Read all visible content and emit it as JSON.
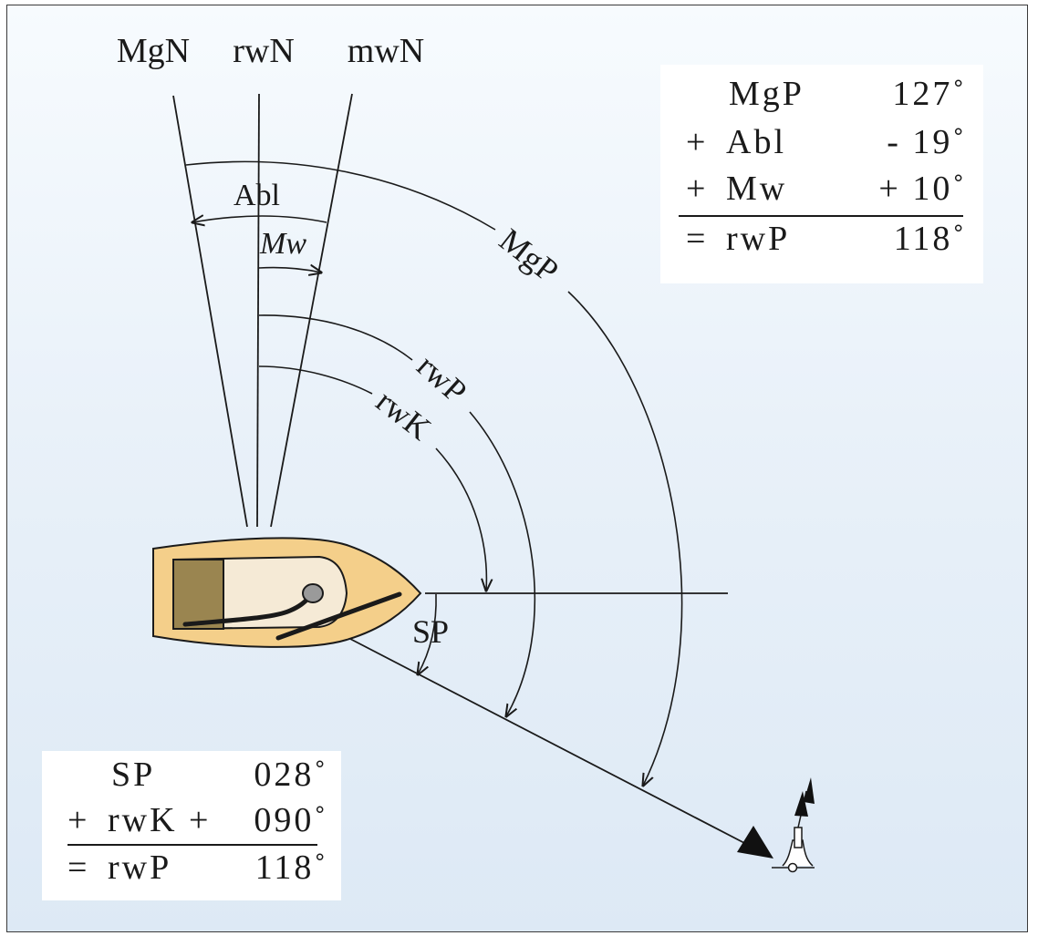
{
  "north_labels": {
    "magnetic": "MgN",
    "true": "rwN",
    "compass": "mwN"
  },
  "arc_labels": {
    "deviation": "Abl",
    "variation": "Mw",
    "compass_bearing": "MgP",
    "true_bearing": "rwP",
    "true_course": "rwK",
    "side_bearing": "SP"
  },
  "top_calc": {
    "rows": [
      {
        "op": "",
        "term": "MgP",
        "value": "127˚"
      },
      {
        "op": "+",
        "term": "Abl",
        "value": "- 19˚"
      },
      {
        "op": "+",
        "term": "Mw",
        "value": "+ 10˚"
      },
      {
        "op": "=",
        "term": "rwP",
        "value": "118˚"
      }
    ]
  },
  "bottom_calc": {
    "rows": [
      {
        "op": "",
        "term": "SP",
        "value": "028˚"
      },
      {
        "op": "+",
        "term": "rwK +",
        "value": "090˚"
      },
      {
        "op": "=",
        "term": "rwP",
        "value": "118˚"
      }
    ]
  },
  "colors": {
    "hull": "#f4cf8a",
    "deck": "#f5ead6",
    "cabin": "#9a8550",
    "line": "#1a1a1a"
  }
}
